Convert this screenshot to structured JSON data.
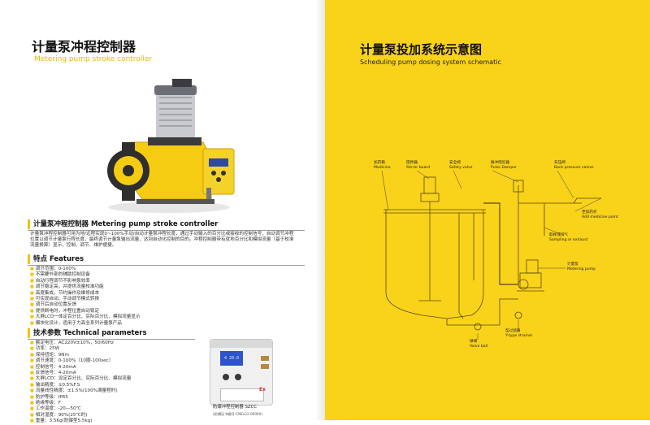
{
  "left": {
    "title_cn": "计量泵冲程控制器",
    "title_en": "Metering pump stroke controller",
    "section1": {
      "heading": "计量泵冲程控制器   Metering pump stroke controller",
      "text": "计量泵冲程控制器可用为地/远程实现0~100%手动/自动计量泵冲程长度，通过手动输入的百分比或接收的控制信号，自动调节冲程位置以调节计量泵行程长度，最终调节计量泵输出流量，达到自动化控制的目的。冲程控制器带有就地百分比和模拟流量（基于校准流量换算）显示，控制、调节、维护便捷。"
    },
    "features": {
      "heading": "特点  Features",
      "items": [
        "调节范围：0-100%",
        "不需要外部的辅助控制设备",
        "自动行程调节不影响泵效率",
        "调节稳定高，并提供流量校准功能",
        "高度集成，节约操作及维修成本",
        "可实现自动、手动调节模式转换",
        "调节后自动位置反馈",
        "提供断电时，冲程位置自动锁定",
        "大屏LCD一体定百分比、实际百分比、模拟流量显示",
        "模块化设计，适用于力高全系列计量泵产品"
      ]
    },
    "specs": {
      "heading": "技术参数   Technical parameters",
      "items": [
        "额定电压：AC220V±10%，50/60Hz",
        "功率：25W",
        "保持扭矩：9Nm",
        "调节速度：0-100%（10圈-100sec）",
        "控制信号：4-20mA",
        "反馈信号：4-20mA",
        "大屏LCD：设定百分比、实际百分比、模拟流量",
        "输出精度：±0.5%F.S",
        "流量线性精度：±1.5%(100%满量程时)",
        "防护等级：IP65",
        "绝缘等级：F",
        "工作温度：-20—50℃",
        "相对湿度：90%(25℃时)",
        "重量：3.5Kg(防爆型5.5kg)"
      ]
    },
    "device_caption": "防爆冲程控制器 SZCC",
    "device_caption2": "(防爆证书编号:CNEx22.0000X)",
    "device_screen": "4 20.0",
    "device_ex": "Ex"
  },
  "right": {
    "title_cn": "计量泵投加系统示意图",
    "title_en": "Scheduling pump dosing system schematic",
    "labels": {
      "medicine": [
        "加药箱",
        "Medicine"
      ],
      "stirrer": [
        "搅拌器",
        "Stirrer board"
      ],
      "safety_valve": [
        "安全阀",
        "Safety valve"
      ],
      "pulse_damper": [
        "脉冲阻尼器",
        "Pulse Damper"
      ],
      "back_pressure": [
        "背压阀",
        "Back pressure valves"
      ],
      "add_medicine": [
        "至加药点",
        "Add medicine point"
      ],
      "sampling": [
        "取样或排气",
        "Sampling or exhaust"
      ],
      "metering_pump": [
        "计量泵",
        "Metering pump"
      ],
      "valve_ball": [
        "球阀",
        "Valve ball"
      ],
      "y_strainer": [
        "型过滤器",
        "Y-type strainer"
      ]
    }
  }
}
